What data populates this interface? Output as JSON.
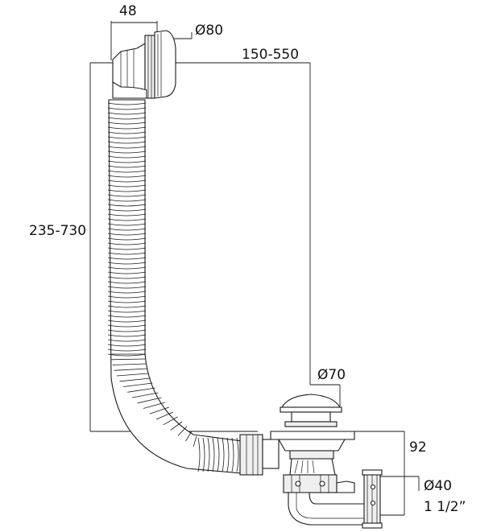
{
  "dimensions": {
    "overflow_width": "48",
    "overflow_diameter": "Ø80",
    "horizontal_distance": "150-550",
    "vertical_distance": "235-730",
    "plug_diameter": "Ø70",
    "waste_height": "92",
    "outlet_diameter": "Ø40",
    "outlet_thread": "1 1/2”"
  },
  "colors": {
    "line": "#1a1a1a",
    "background": "#ffffff"
  }
}
